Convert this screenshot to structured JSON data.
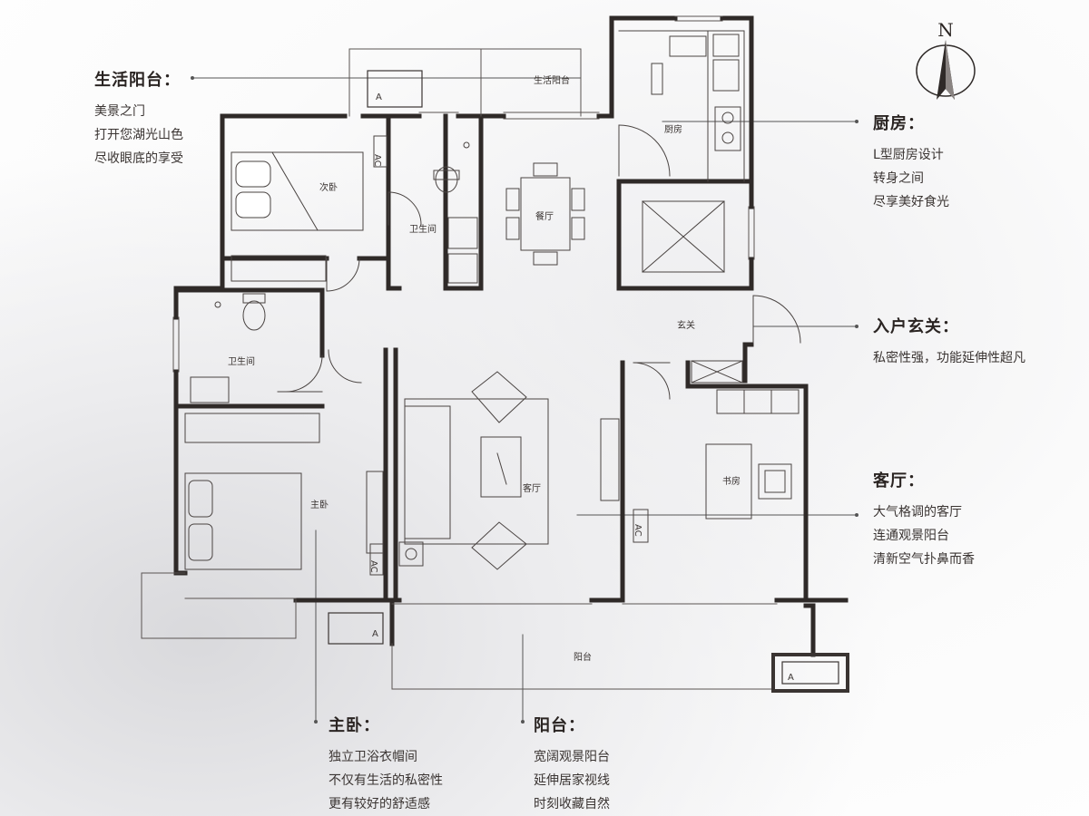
{
  "compass": {
    "north": "N"
  },
  "rooms": {
    "living_balcony": "生活阳台",
    "kitchen": "厨房",
    "second_bedroom": "次卧",
    "bathroom_1": "卫生间",
    "dining": "餐厅",
    "bathroom_2": "卫生间",
    "entrance": "玄关",
    "living_room": "客厅",
    "study": "书房",
    "master_bedroom": "主卧",
    "balcony": "阳台"
  },
  "fixtures": {
    "ac": "AC",
    "ac_unit": "A"
  },
  "notes": {
    "living_balcony": {
      "title": "生活阳台：",
      "lines": [
        "美景之门",
        "打开您湖光山色",
        "尽收眼底的享受"
      ]
    },
    "kitchen": {
      "title": "厨房：",
      "lines": [
        "L型厨房设计",
        "转身之间",
        "尽享美好食光"
      ]
    },
    "entrance": {
      "title": "入户玄关：",
      "lines": [
        "私密性强，功能延伸性超凡"
      ]
    },
    "living_room": {
      "title": "客厅：",
      "lines": [
        "大气格调的客厅",
        "连通观景阳台",
        "清新空气扑鼻而香"
      ]
    },
    "master_bedroom": {
      "title": "主卧：",
      "lines": [
        "独立卫浴衣帽间",
        "不仅有生活的私密性",
        "更有较好的舒适感"
      ]
    },
    "balcony": {
      "title": "阳台：",
      "lines": [
        "宽阔观景阳台",
        "延伸居家视线",
        "时刻收藏自然"
      ]
    }
  }
}
